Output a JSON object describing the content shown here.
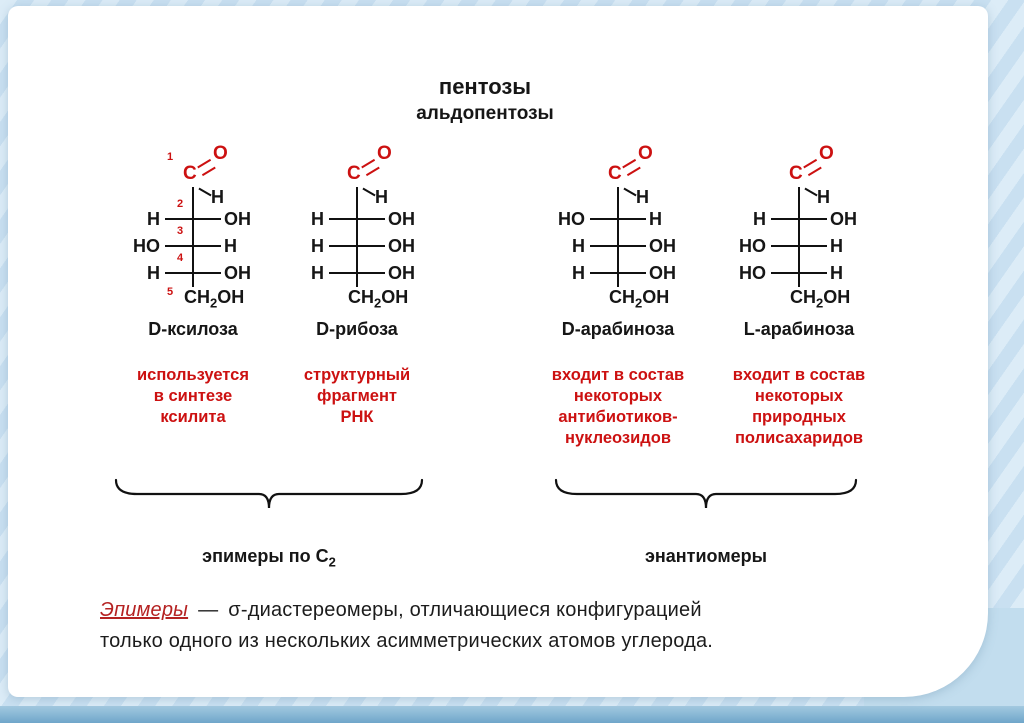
{
  "palette": {
    "red": "#cc1111",
    "blue": "#1e1ecb",
    "ink": "#161616",
    "term": "#b52222",
    "bg_blue": "#c9e0f1",
    "band_blue": "#6fa6ca"
  },
  "slide": {
    "title": "пентозы",
    "subtitle": "альдопентозы"
  },
  "atoms": {
    "carbon": "C",
    "oxygen": "O",
    "hydrogen": "H"
  },
  "structures": [
    {
      "name": "D-ксилоза",
      "numbers": [
        "1",
        "2",
        "3",
        "4",
        "5"
      ],
      "rows": [
        {
          "left": "H",
          "right": "OH"
        },
        {
          "left": "HO",
          "right": "H"
        },
        {
          "left": "H",
          "right": "OH"
        }
      ],
      "tail_pre": "CH",
      "tail_sub": "2",
      "tail_post": "OH",
      "note": "используется\nв синтезе\nксилита"
    },
    {
      "name": "D-рибоза",
      "rows": [
        {
          "left": "H",
          "right": "OH"
        },
        {
          "left": "H",
          "right": "OH"
        },
        {
          "left": "H",
          "right": "OH"
        }
      ],
      "tail_pre": "CH",
      "tail_sub": "2",
      "tail_post": "OH",
      "note": "структурный\nфрагмент\nРНК"
    },
    {
      "name": "D-арабиноза",
      "rows": [
        {
          "left": "HO",
          "right": "H"
        },
        {
          "left": "H",
          "right": "OH"
        },
        {
          "left": "H",
          "right": "OH"
        }
      ],
      "tail_pre": "CH",
      "tail_sub": "2",
      "tail_post": "OH",
      "note": "входит в состав\nнекоторых\nантибиотиков-\nнуклеозидов"
    },
    {
      "name": "L-арабиноза",
      "rows": [
        {
          "left": "H",
          "right": "OH"
        },
        {
          "left": "HO",
          "right": "H"
        },
        {
          "left": "HO",
          "right": "H"
        }
      ],
      "tail_pre": "CH",
      "tail_sub": "2",
      "tail_post": "OH",
      "note": "входит в состав\nнекоторых\nприродных\nполисахаридов"
    }
  ],
  "brackets": [
    {
      "label_pre": "эпимеры по C",
      "label_sub": "2"
    },
    {
      "label_pre": "энантиомеры",
      "label_sub": ""
    }
  ],
  "definition": {
    "term": "Эпимеры",
    "dash": "—",
    "line1": "σ-диастереомеры, отличающиеся конфигурацией",
    "line2": "только одного из нескольких асимметрических атомов углерода."
  }
}
